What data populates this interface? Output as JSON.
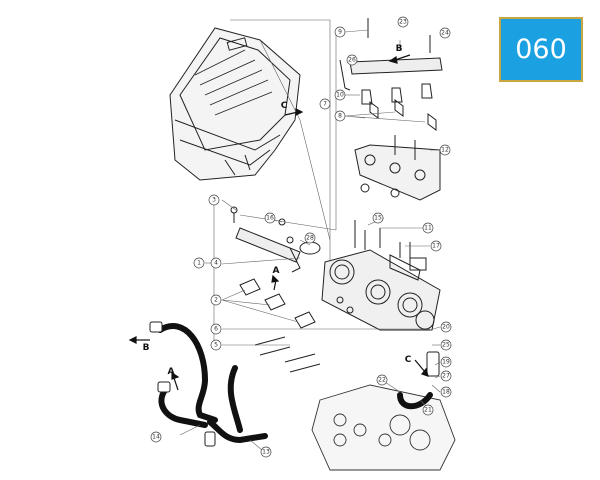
{
  "page_badge": {
    "label": "060",
    "color": "#1ba1e2",
    "border_color": "#caa640"
  },
  "arrow_letters": {
    "a_top": "A",
    "a_hose": "A",
    "b_top": "B",
    "b_hose": "B",
    "c_top": "C",
    "c_right": "C"
  },
  "callouts": {
    "n1": "1",
    "n2": "2",
    "n3": "3",
    "n4": "4",
    "n5": "5",
    "n6": "6",
    "n7": "7",
    "n8": "8",
    "n9": "9",
    "n10": "10",
    "n11": "11",
    "n12": "12",
    "n13": "13",
    "n14": "14",
    "n15": "15",
    "n16": "16",
    "n17": "17",
    "n18": "18",
    "n19": "19",
    "n20": "20",
    "n21": "21",
    "n22": "22",
    "n23": "23",
    "n24": "24",
    "n25": "25",
    "n26": "26",
    "n27": "27",
    "n28": "28"
  }
}
